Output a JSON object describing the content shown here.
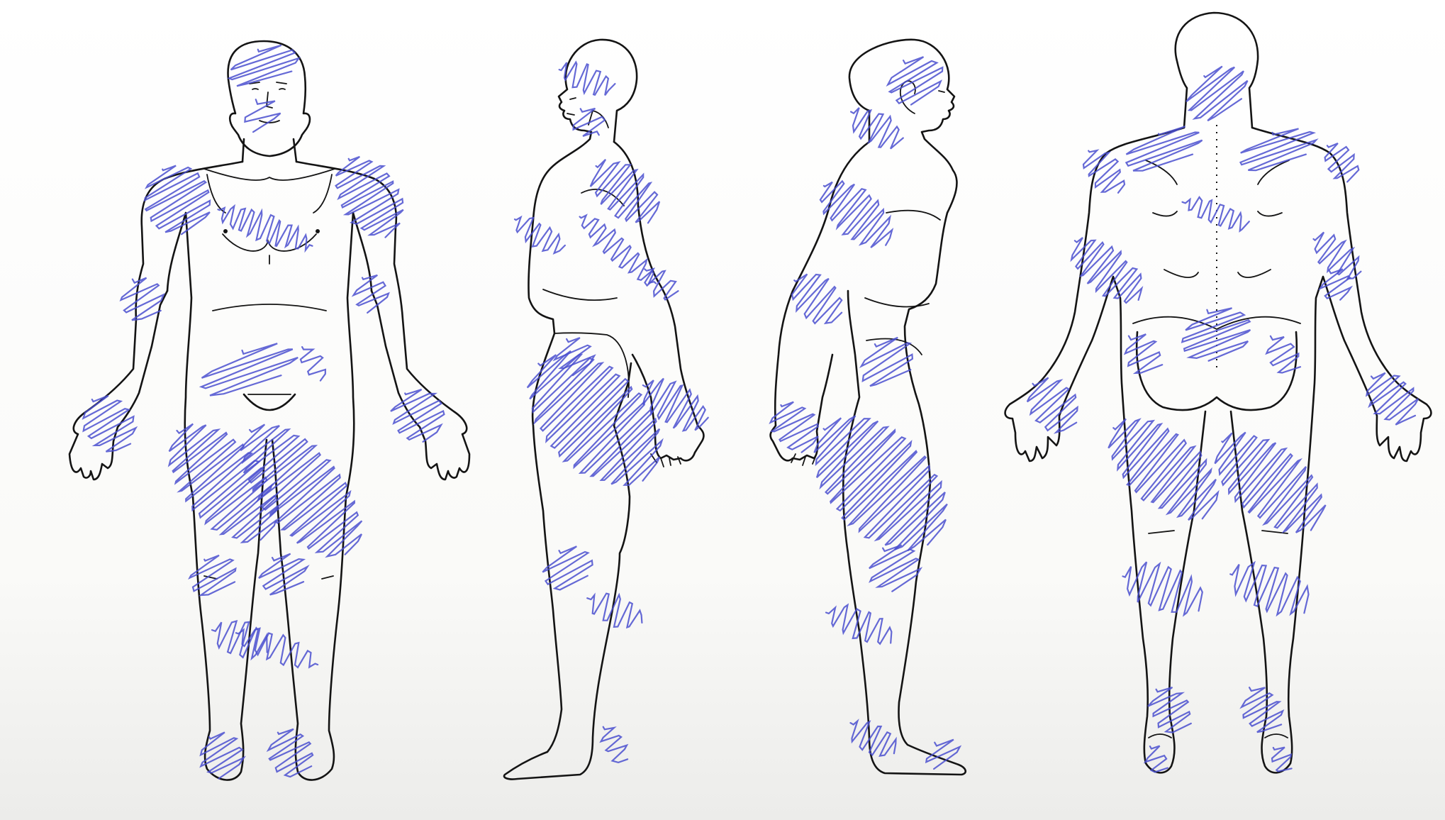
{
  "colors": {
    "paper": "#fafaf8",
    "ink": "#141414",
    "marker": "#4a4fcf"
  },
  "figures": [
    {
      "view": "front",
      "icon": "body-front-figure"
    },
    {
      "view": "left-side",
      "icon": "body-left-side-figure"
    },
    {
      "view": "right-side",
      "icon": "body-right-side-figure"
    },
    {
      "view": "back",
      "icon": "body-back-figure"
    }
  ],
  "marked_regions": {
    "front": [
      "scalp",
      "face",
      "shoulders",
      "chest-midline",
      "upper-arms",
      "hands",
      "lower-abdomen",
      "thighs",
      "knees",
      "shins",
      "feet"
    ],
    "left-side": [
      "scalp",
      "face",
      "neck",
      "shoulder",
      "upper-arm",
      "forearm",
      "hand",
      "buttock",
      "thigh",
      "knee",
      "calf",
      "heel"
    ],
    "right-side": [
      "scalp",
      "neck",
      "shoulder",
      "upper-arm",
      "hand",
      "hip",
      "thigh",
      "knee",
      "calf",
      "foot"
    ],
    "back": [
      "neck",
      "upper-back",
      "spine",
      "upper-arms",
      "forearms",
      "hands",
      "sacrum",
      "buttocks",
      "thighs",
      "knees",
      "calves",
      "heels"
    ]
  }
}
